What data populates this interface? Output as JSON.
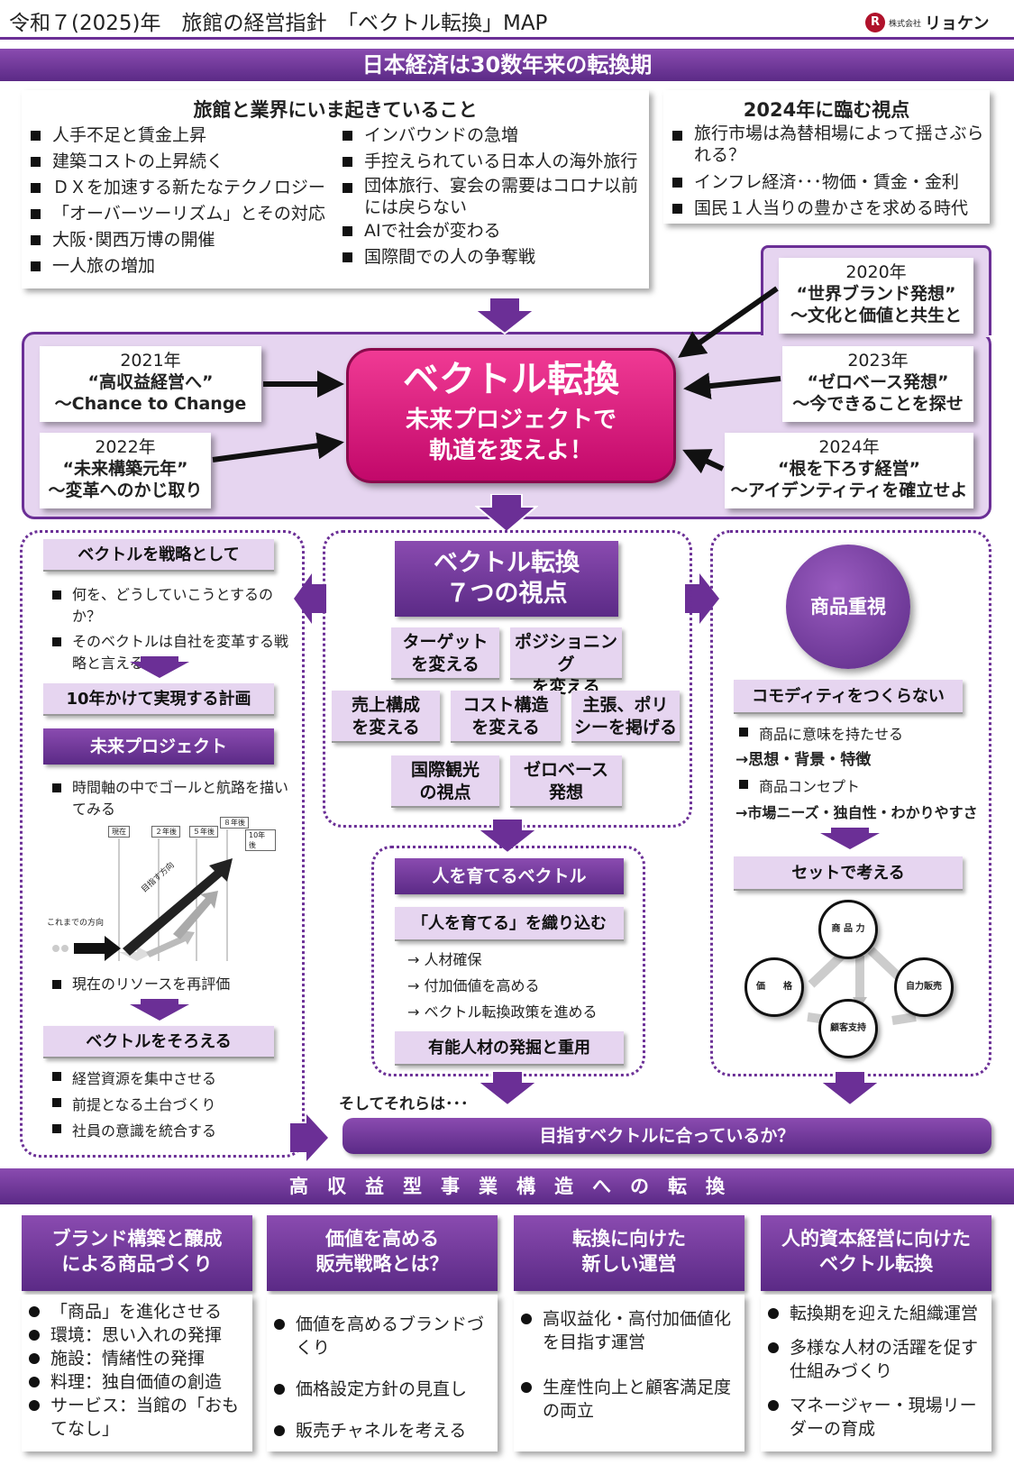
{
  "header": {
    "title": "令和７(2025)年　旅館の経営指針　「ベクトル転換」MAP",
    "logo_small": "株式会社",
    "logo_name": "リョケン"
  },
  "banner1": "日本経済は30数年来の転換期",
  "industry": {
    "heading": "旅館と業界にいま起きていること",
    "left": [
      "人手不足と賃金上昇",
      "建築コストの上昇続く",
      "ＤＸを加速する新たなテクノロジー",
      "「オーバーツーリズム」とその対応",
      "大阪･関西万博の開催",
      "一人旅の増加"
    ],
    "right": [
      "インバウンドの急増",
      "手控えられている日本人の海外旅行",
      "団体旅行、宴会の需要はコロナ以前には戻らない",
      "AIで社会が変わる",
      "国際間での人の争奪戦"
    ]
  },
  "view2024": {
    "heading": "2024年に臨む視点",
    "items": [
      "旅行市場は為替相場によって揺さぶられる？",
      "インフレ経済･･･物価・賃金・金利",
      "国民１人当りの豊かさを求める時代"
    ]
  },
  "years": {
    "y2020": {
      "year": "2020年",
      "l1": "“世界ブランド発想”",
      "l2": "～文化と価値と共生と"
    },
    "y2021": {
      "year": "2021年",
      "l1": "“高収益経営へ”",
      "l2": "～Chance to Change"
    },
    "y2022": {
      "year": "2022年",
      "l1": "“未来構築元年”",
      "l2": "～変革へのかじ取り"
    },
    "y2023": {
      "year": "2023年",
      "l1": "“ゼロベース発想”",
      "l2": "～今できることを探せ"
    },
    "y2024": {
      "year": "2024年",
      "l1": "“根を下ろす経営”",
      "l2": "～アイデンティティを確立せよ"
    }
  },
  "center": {
    "title": "ベクトル転換",
    "sub1": "未来プロジェクトで",
    "sub2": "軌道を変えよ！"
  },
  "left_col": {
    "strategy": "ベクトルを戦略として",
    "q": [
      "何を、どうしていこうとするのか？",
      "そのベクトルは自社を変革する戦略と言えるか？"
    ],
    "plan": "10年かけて実現する計画",
    "future": "未来プロジェクト",
    "future_item": "時間軸の中でゴールと航路を描いてみる",
    "diagram": {
      "now": "現在",
      "y2": "２年後",
      "y5": "５年後",
      "y8": "８年後",
      "y10": "10年後",
      "past_dir": "これまでの方向",
      "target_dir": "目指す方向"
    },
    "reassess": "現在のリソースを再評価",
    "align": "ベクトルをそろえる",
    "align_items": [
      "経営資源を集中させる",
      "前提となる土台づくり",
      "社員の意識を統合する"
    ]
  },
  "mid_col": {
    "title1": "ベクトル転換",
    "title2": "７つの視点",
    "views": [
      {
        "l1": "ターゲット",
        "l2": "を変える"
      },
      {
        "l1": "ポジショニング",
        "l2": "を変える"
      },
      {
        "l1": "売上構成",
        "l2": "を変える"
      },
      {
        "l1": "コスト構造",
        "l2": "を変える"
      },
      {
        "l1": "主張、ポリ",
        "l2": "シーを掲げる"
      },
      {
        "l1": "国際観光",
        "l2": "の視点"
      },
      {
        "l1": "ゼロベース",
        "l2": "発想"
      }
    ],
    "people": "人を育てるベクトル",
    "weave": "「人を育てる」を織り込む",
    "arrows": [
      "人材確保",
      "付加価値を高める",
      "ベクトル転換政策を進める"
    ],
    "talent": "有能人材の発掘と重用"
  },
  "right_col": {
    "circle": "商品重視",
    "commodity": "コモディティをつくらない",
    "item1": "商品に意味を持たせる",
    "item1b": "→思想・背景・特徴",
    "item2": "商品コンセプト",
    "item2b": "→市場ニーズ・独自性・わかりやすさ",
    "set": "セットで考える",
    "cycle": {
      "top": "商 品 力",
      "left": "価　　格",
      "right": "自力販売",
      "bottom": "顧客支持"
    }
  },
  "therefore": "そしてそれらは･･･",
  "check": "目指すベクトルに合っているか？",
  "banner2": "高　収　益　型　事　業　構　造　へ　の　転　換",
  "bottom": [
    {
      "title1": "ブランド構築と醸成",
      "title2": "による商品づくり",
      "items": [
        "「商品」を進化させる",
        "環境：思い入れの発揮",
        "施設：情緒性の発揮",
        "料理：独自価値の創造",
        "サービス：当館の「おもてなし」"
      ]
    },
    {
      "title1": "価値を高める",
      "title2": "販売戦略とは？",
      "items": [
        "価値を高めるブランドづくり",
        "価格設定方針の見直し",
        "販売チャネルを考える"
      ]
    },
    {
      "title1": "転換に向けた",
      "title2": "新しい運営",
      "items": [
        "高収益化・高付加価値化を目指す運営",
        "生産性向上と顧客満足度の両立"
      ]
    },
    {
      "title1": "人的資本経営に向けた",
      "title2": "ベクトル転換",
      "items": [
        "転換期を迎えた組織運営",
        "多様な人材の活躍を促す仕組みづくり",
        "マネージャー・現場リーダーの育成"
      ]
    }
  ],
  "colors": {
    "purple": "#6b2f96",
    "magenta": "#d6117a",
    "lavender": "#e6d5f0"
  }
}
